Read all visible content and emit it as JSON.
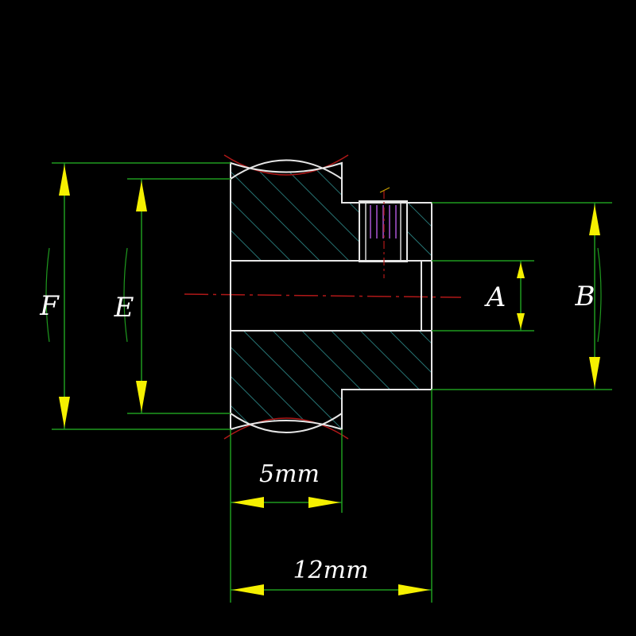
{
  "drawing": {
    "labels": {
      "f": "F",
      "e": "E",
      "a": "A",
      "b": "B",
      "width_small": "5mm",
      "width_total": "12mm"
    },
    "colors": {
      "background": "#000000",
      "outline": "#e6e6e6",
      "hatch": "#2f8f8f",
      "extension": "#1f9a1f",
      "arrow": "#f5f000",
      "centerline": "#b01818",
      "setscrew": "#a050c8",
      "label": "#ffffff"
    }
  }
}
